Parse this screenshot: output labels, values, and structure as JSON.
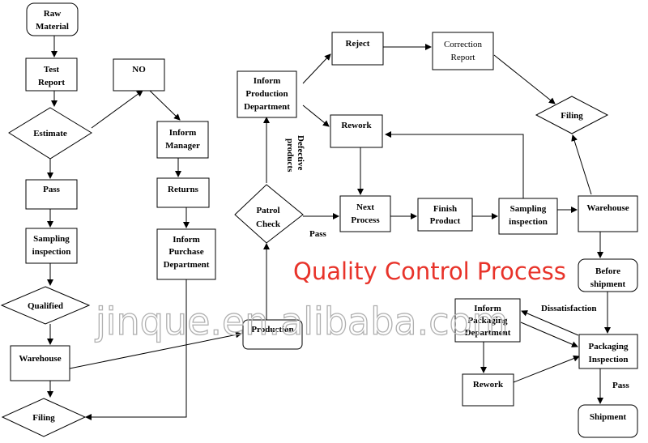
{
  "diagram": {
    "title": "Quality Control Process",
    "title_color": "#e8332a",
    "watermark": "jinque.en.alibaba.com",
    "watermark_color": "#b0b0b0",
    "nodes": {
      "raw_material": [
        "Raw",
        "Material"
      ],
      "test_report": [
        "Test",
        "Report"
      ],
      "estimate": [
        "Estimate"
      ],
      "no": [
        "NO"
      ],
      "inform_manager": [
        "Inform",
        "Manager"
      ],
      "pass_box": [
        "Pass"
      ],
      "returns": [
        "Returns"
      ],
      "sampling_inspection_1": [
        "Sampling",
        "inspection"
      ],
      "inform_purchase": [
        "Inform",
        "Purchase",
        "Department"
      ],
      "qualified": [
        "Qualified"
      ],
      "warehouse_1": [
        "Warehouse"
      ],
      "filing_1": [
        "Filing"
      ],
      "production": [
        "Production"
      ],
      "patrol_check": [
        "Patrol",
        "Check"
      ],
      "inform_production": [
        "Inform",
        "Production",
        "Department"
      ],
      "reject": [
        "Reject"
      ],
      "correction_report": [
        "Correction",
        "Report"
      ],
      "filing_2": [
        "Filing"
      ],
      "rework_1": [
        "Rework"
      ],
      "next_process": [
        "Next",
        "Process"
      ],
      "finish_product": [
        "Finish",
        "Product"
      ],
      "sampling_inspection_2": [
        "Sampling",
        "inspection"
      ],
      "warehouse_2": [
        "Warehouse"
      ],
      "before_shipment": [
        "Before",
        "shipment"
      ],
      "inform_packaging": [
        "Inform",
        "Packaging",
        "Department"
      ],
      "packaging_inspection": [
        "Packaging",
        "Inspection"
      ],
      "rework_2": [
        "Rework"
      ],
      "shipment": [
        "Shipment"
      ]
    },
    "edge_labels": {
      "defective_products": [
        "Defective",
        "products"
      ],
      "pass_patrol": "Pass",
      "dissatisfaction": "Dissatisfaction",
      "pass_packaging": "Pass"
    }
  }
}
